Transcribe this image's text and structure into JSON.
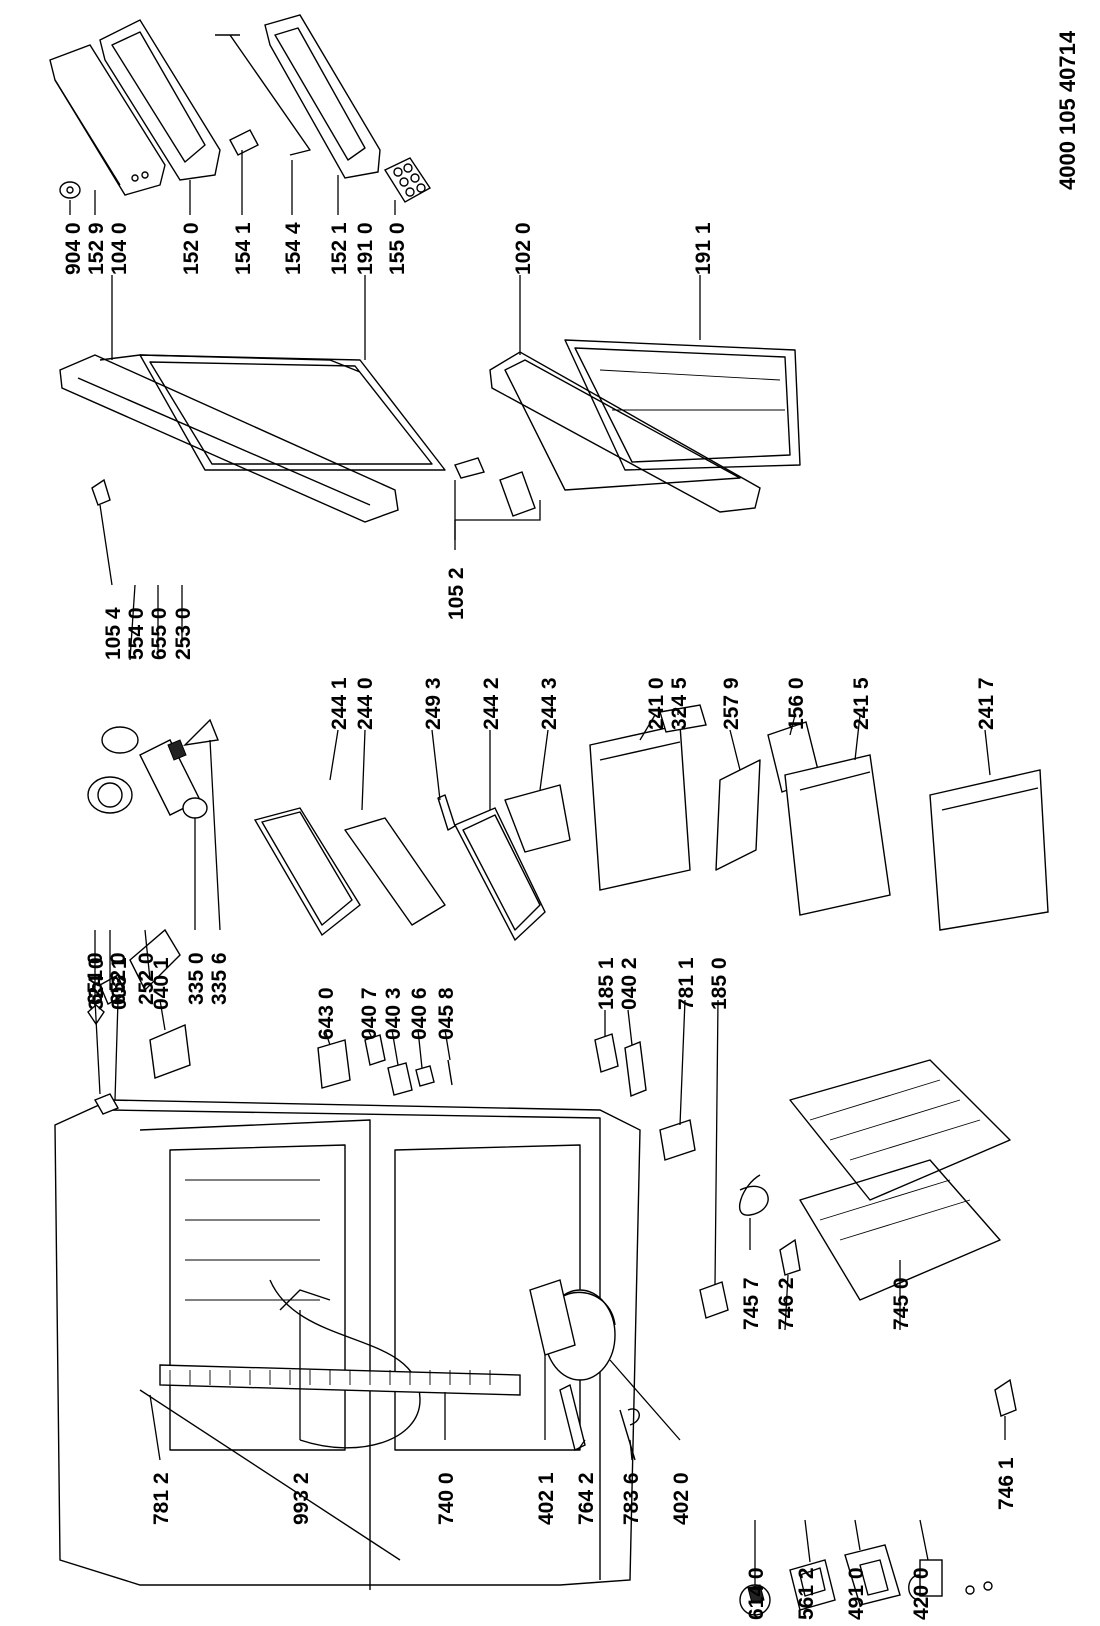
{
  "document_number": "4000 105 40714",
  "labels": [
    {
      "id": "p9040",
      "text": "904 0"
    },
    {
      "id": "p1529",
      "text": "152 9"
    },
    {
      "id": "p1040",
      "text": "104 0"
    },
    {
      "id": "p1520",
      "text": "152 0"
    },
    {
      "id": "p1541",
      "text": "154 1"
    },
    {
      "id": "p1544",
      "text": "154 4"
    },
    {
      "id": "p1521",
      "text": "152 1"
    },
    {
      "id": "p1910",
      "text": "191 0"
    },
    {
      "id": "p1550",
      "text": "155 0"
    },
    {
      "id": "p1020",
      "text": "102 0"
    },
    {
      "id": "p1911",
      "text": "191 1"
    },
    {
      "id": "p1054",
      "text": "105 4"
    },
    {
      "id": "p5540",
      "text": "554 0"
    },
    {
      "id": "p6550",
      "text": "655 0"
    },
    {
      "id": "p2530",
      "text": "253 0"
    },
    {
      "id": "p1052",
      "text": "105 2"
    },
    {
      "id": "p6510",
      "text": "651 0"
    },
    {
      "id": "p6520",
      "text": "652 0"
    },
    {
      "id": "p2520",
      "text": "252 0"
    },
    {
      "id": "p3350",
      "text": "335 0"
    },
    {
      "id": "p3356",
      "text": "335 6"
    },
    {
      "id": "p2441",
      "text": "244 1"
    },
    {
      "id": "p2440",
      "text": "244 0"
    },
    {
      "id": "p2493",
      "text": "249 3"
    },
    {
      "id": "p2442",
      "text": "244 2"
    },
    {
      "id": "p2443",
      "text": "244 3"
    },
    {
      "id": "p2410",
      "text": "241 0"
    },
    {
      "id": "p3245",
      "text": "324 5"
    },
    {
      "id": "p2579",
      "text": "257 9"
    },
    {
      "id": "p1560",
      "text": "156 0"
    },
    {
      "id": "p2415",
      "text": "241 5"
    },
    {
      "id": "p2417",
      "text": "241 7"
    },
    {
      "id": "p3240",
      "text": "324 0"
    },
    {
      "id": "p0031",
      "text": "003 1"
    },
    {
      "id": "p0401",
      "text": "040 1"
    },
    {
      "id": "p6430",
      "text": "643 0"
    },
    {
      "id": "p0407",
      "text": "040 7"
    },
    {
      "id": "p0403",
      "text": "040 3"
    },
    {
      "id": "p0406",
      "text": "040 6"
    },
    {
      "id": "p0458",
      "text": "045 8"
    },
    {
      "id": "p1851",
      "text": "185 1"
    },
    {
      "id": "p0402",
      "text": "040 2"
    },
    {
      "id": "p7811",
      "text": "781 1"
    },
    {
      "id": "p1850",
      "text": "185 0"
    },
    {
      "id": "p7457",
      "text": "745 7"
    },
    {
      "id": "p7462",
      "text": "746 2"
    },
    {
      "id": "p7450",
      "text": "745 0"
    },
    {
      "id": "p7461",
      "text": "746 1"
    },
    {
      "id": "p7812",
      "text": "781 2"
    },
    {
      "id": "p9932",
      "text": "993 2"
    },
    {
      "id": "p7400",
      "text": "740 0"
    },
    {
      "id": "p4021",
      "text": "402 1"
    },
    {
      "id": "p7642",
      "text": "764 2"
    },
    {
      "id": "p7836",
      "text": "783 6"
    },
    {
      "id": "p4020",
      "text": "402 0"
    },
    {
      "id": "p6140",
      "text": "614 0"
    },
    {
      "id": "p5612",
      "text": "561 2"
    },
    {
      "id": "p4910",
      "text": "491 0"
    },
    {
      "id": "p4200",
      "text": "420 0"
    }
  ]
}
